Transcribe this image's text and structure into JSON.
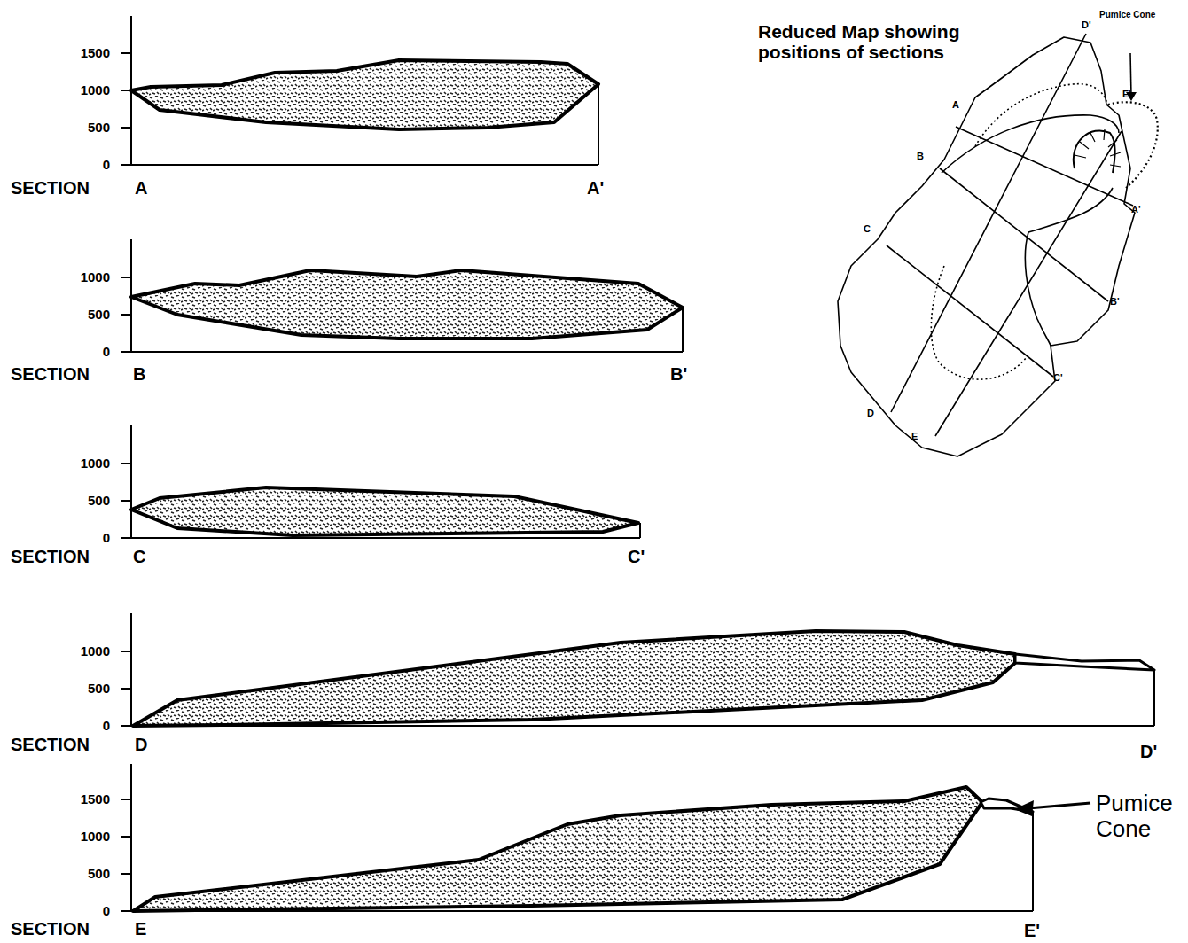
{
  "diagram": {
    "labels": [
      "1500",
      "1000",
      "500",
      "0",
      "SECTION",
      "A",
      "A'",
      "1000",
      "500",
      "0",
      "SECTION",
      "B",
      "B'",
      "1000",
      "500",
      "0",
      "SECTION",
      "C",
      "C'",
      "1000",
      "500",
      "0",
      "SECTION",
      "D",
      "D'",
      "1500",
      "1000",
      "500",
      "0",
      "SECTION",
      "E",
      "E'",
      "Pumice Cone",
      "Reduced Map showing positions of sections",
      "Pumice Cone",
      "D'",
      "A",
      "E'",
      "B",
      "A'",
      "C",
      "B'",
      "D",
      "E",
      "C'"
    ]
  }
}
